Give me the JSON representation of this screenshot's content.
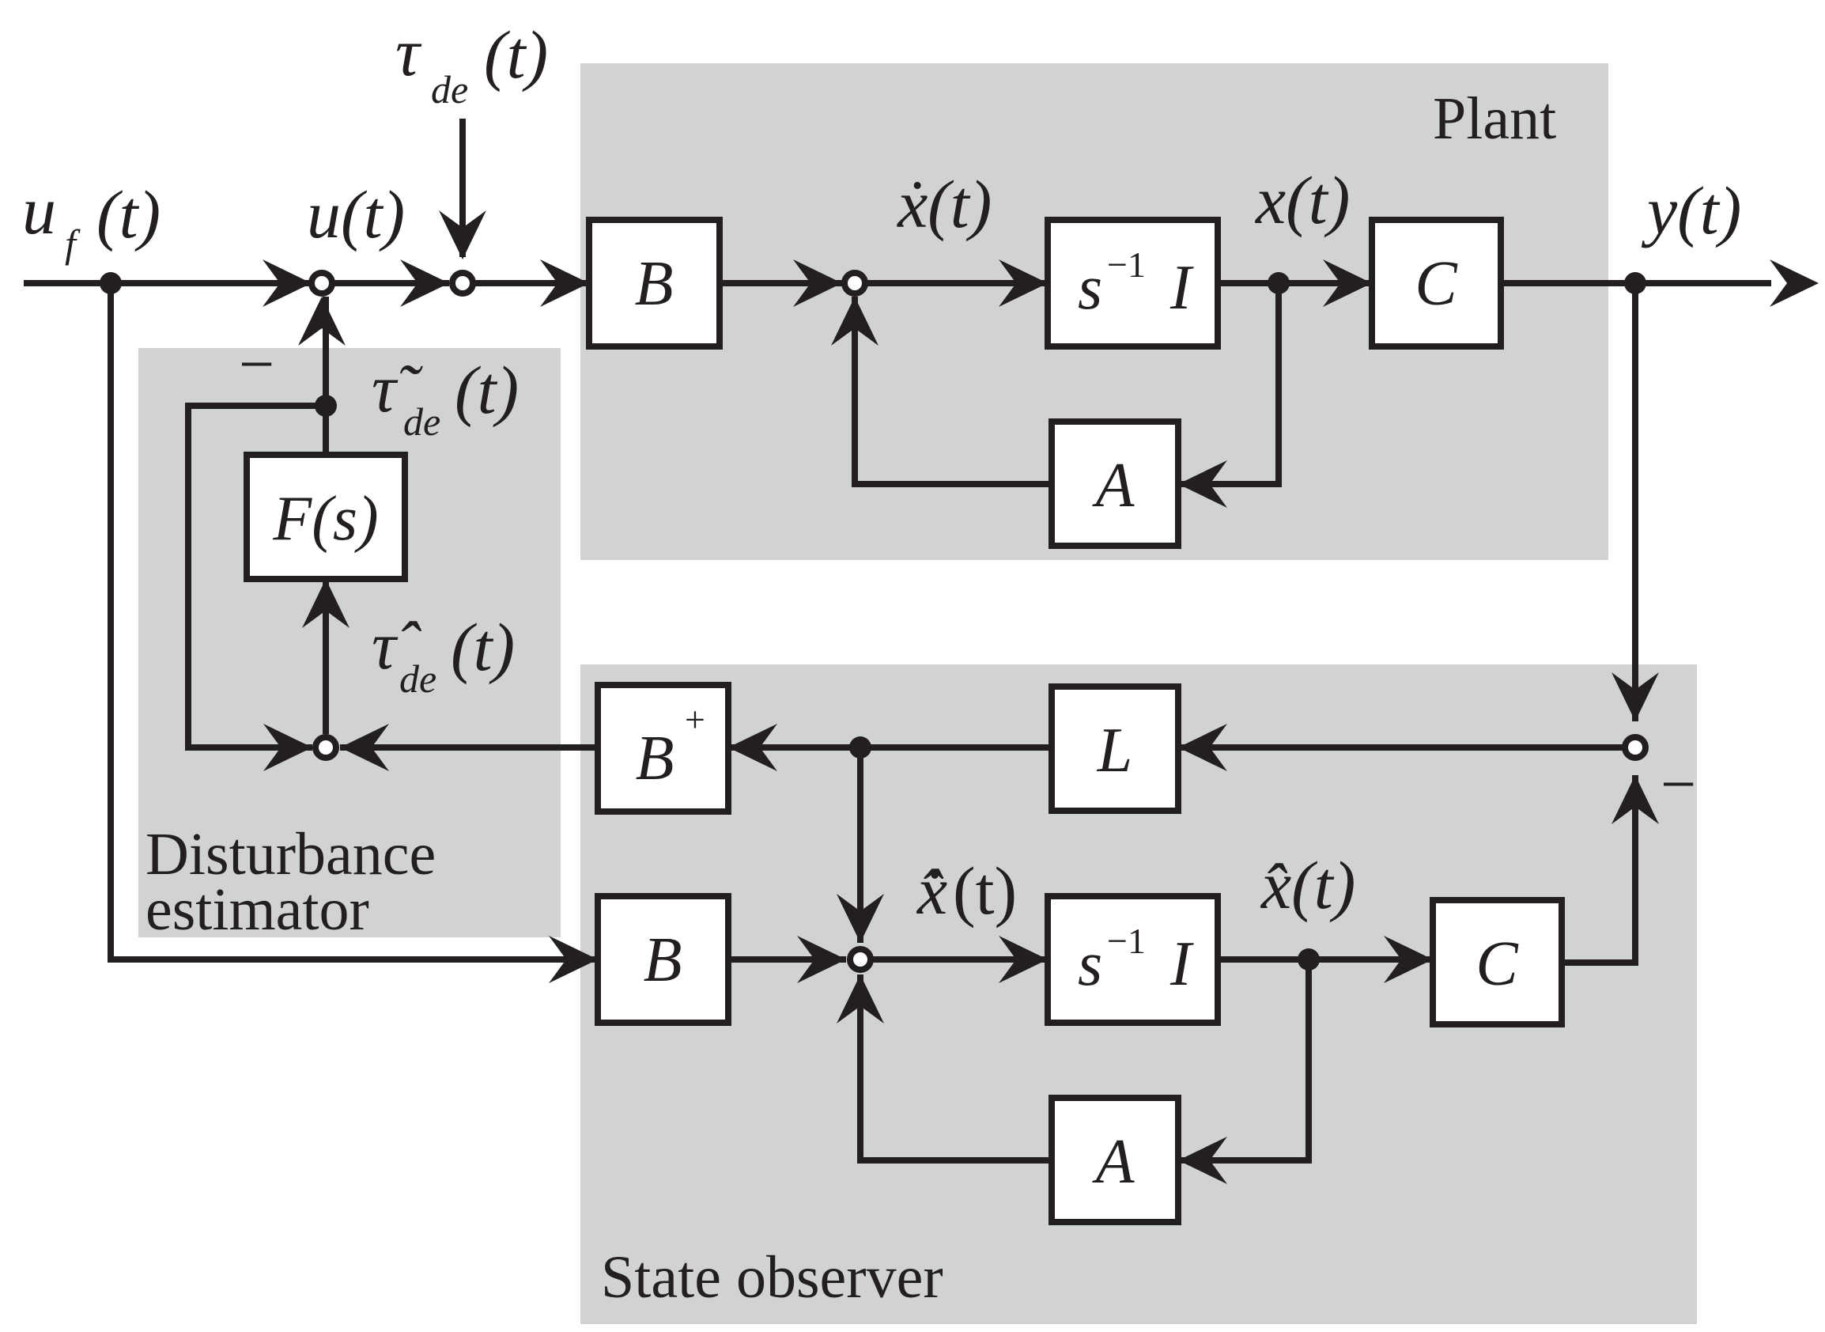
{
  "regions": {
    "plant": "Plant",
    "disturbance_estimator_line1": "Disturbance",
    "disturbance_estimator_line2": "estimator",
    "state_observer": "State observer"
  },
  "blocks": {
    "B": "B",
    "s_inv": "s",
    "s_inv_exp": "−1",
    "identity": "I",
    "C": "C",
    "A": "A",
    "F_s": "F(s)",
    "L": "L",
    "B_pinv": "B",
    "B_pinv_sup": "+"
  },
  "signals": {
    "uf_u": "u",
    "uf_f": "f",
    "uf_t": "(t)",
    "u": "u(t)",
    "tau_de_sym": "τ",
    "tau_de_sub": "de",
    "tau_de_t": "(t)",
    "xdot": "ẋ(t)",
    "x": "x(t)",
    "y": "y(t)",
    "tau_tilde_sym": "τ̃",
    "tau_tilde_sub": "de",
    "tau_tilde_t": "(t)",
    "tau_hat_sym": "τ̂",
    "tau_hat_sub": "de",
    "tau_hat_t": "(t)",
    "xhat_dot_sym": "x̂̇",
    "xhat_dot_t": "(t)",
    "xhat": "x̂(t)"
  },
  "signs": {
    "minus_feedback": "−",
    "minus_output": "−"
  },
  "colors": {
    "line": "#231f20",
    "region_fill": "#d1d2d4",
    "block_fill": "#ffffff"
  }
}
